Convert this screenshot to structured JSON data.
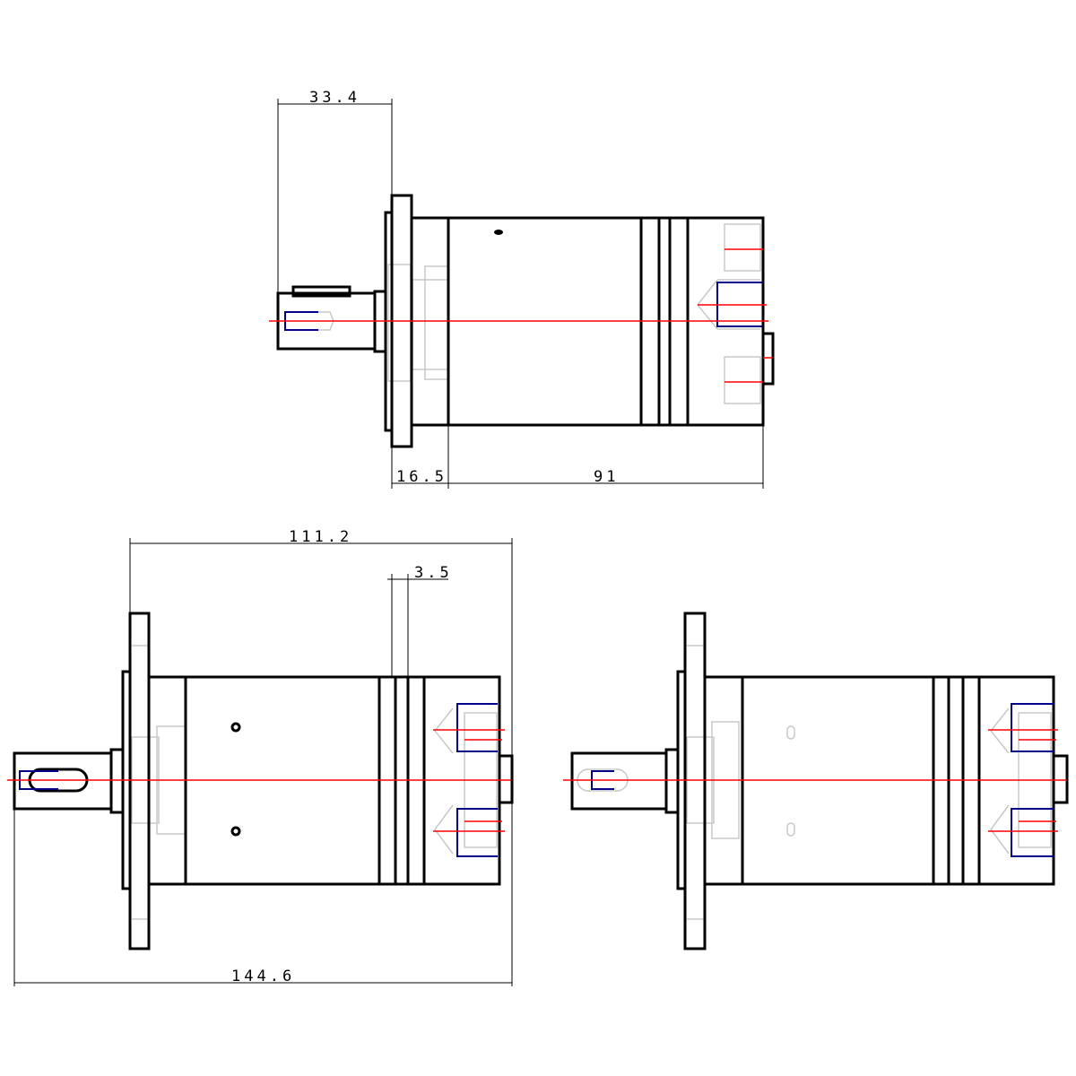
{
  "drawing": {
    "top_view": {
      "dimensions": {
        "shaft_length": "33.4",
        "flange_to_body": "16.5",
        "body_length": "91"
      }
    },
    "front_view": {
      "dimensions": {
        "flange_to_end": "111.2",
        "ring_width": "3.5",
        "overall_length": "144.6"
      }
    },
    "colors": {
      "outline": "#000000",
      "centerline": "#ff0000",
      "hidden": "#00008b",
      "detail": "#c8c8c8"
    }
  }
}
